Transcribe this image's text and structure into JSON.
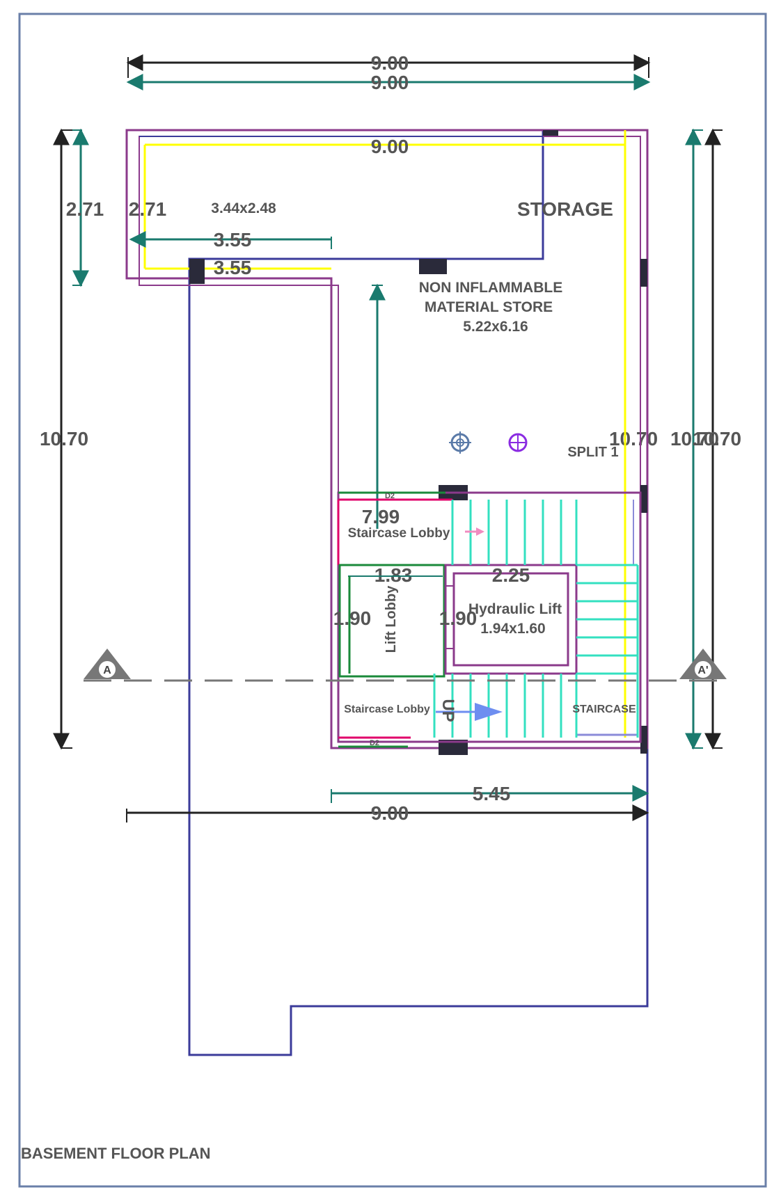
{
  "title": "BASEMENT FLOOR PLAN",
  "dimensions": {
    "top_outer": "9.00",
    "top_inner": "9.00",
    "inside_top": "9.00",
    "left_outer": "10.70",
    "left_storage": "2.71",
    "left_storage_inner": "2.71",
    "storage_width_1": "3.55",
    "storage_width_2": "3.55",
    "right_1": "10.70",
    "right_2": "10.70",
    "right_3": "10.70",
    "lobby_height": "7.99",
    "lift_lobby_width": "1.83",
    "lift_width": "2.25",
    "lift_lobby_height": "1.90",
    "lift_height": "1.90",
    "bottom_stair": "5.45",
    "bottom_total": "9.00"
  },
  "rooms": {
    "storage_size": "3.44x2.48",
    "storage": "STORAGE",
    "material_store_line1": "NON INFLAMMABLE",
    "material_store_line2": "MATERIAL STORE",
    "material_store_size": "5.22x6.16",
    "split": "SPLIT 1",
    "staircase_lobby_top": "Staircase Lobby",
    "lift_lobby": "Lift Lobby",
    "hydraulic_lift": "Hydraulic Lift",
    "hydraulic_lift_size": "1.94x1.60",
    "staircase_lobby_bottom": "Staircase Lobby",
    "up": "UP",
    "staircase": "STAIRCASE",
    "door_top": "D2",
    "door_bottom": "D2"
  },
  "section_markers": {
    "left": "A",
    "right": "A'"
  },
  "colors": {
    "frame": "#6a7fa8",
    "wall_purple": "#8b3a8b",
    "boundary_blue": "#3b3b9a",
    "yellow": "#ffff00",
    "teal": "#1a7a6e",
    "stairs": "#33e0c0",
    "green": "#1a8a3a",
    "magenta": "#e0006a"
  }
}
